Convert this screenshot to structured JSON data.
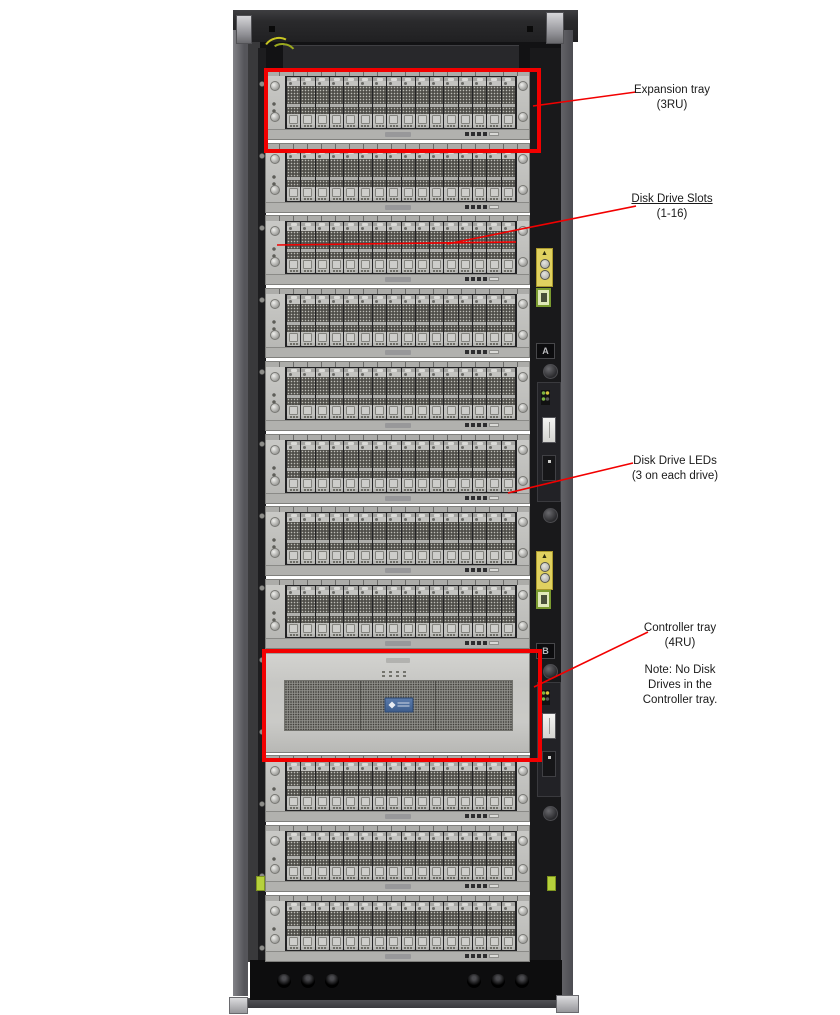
{
  "annotations": {
    "accent_color": "#f20000",
    "expansion_tray": {
      "line1": "Expansion tray",
      "line2": "(3RU)"
    },
    "disk_drive_slots": {
      "line1": "Disk Drive Slots",
      "line2": "(1-16)"
    },
    "disk_drive_leds": {
      "line1": "Disk Drive LEDs",
      "line2": "(3 on each drive)"
    },
    "controller_tray": {
      "line1": "Controller tray",
      "line2": "(4RU)"
    },
    "controller_note": {
      "line1": "Note: No Disk",
      "line2": "Drives in the",
      "line3": "Controller tray."
    }
  },
  "rack": {
    "drives_per_tray": 16,
    "drive_leds_per_drive": 3,
    "side_markers": {
      "top": "A",
      "bottom": "B"
    },
    "trays": [
      {
        "type": "expansion",
        "size": "tall",
        "highlighted": true
      },
      {
        "type": "expansion",
        "size": "tall"
      },
      {
        "type": "expansion",
        "size": "tall"
      },
      {
        "type": "expansion",
        "size": "tall"
      },
      {
        "type": "expansion",
        "size": "tall"
      },
      {
        "type": "expansion",
        "size": "tall"
      },
      {
        "type": "expansion",
        "size": "tall"
      },
      {
        "type": "expansion",
        "size": "tall"
      },
      {
        "type": "controller",
        "highlighted": true
      },
      {
        "type": "expansion",
        "size": "short"
      },
      {
        "type": "expansion",
        "size": "short"
      },
      {
        "type": "expansion",
        "size": "short"
      }
    ]
  }
}
